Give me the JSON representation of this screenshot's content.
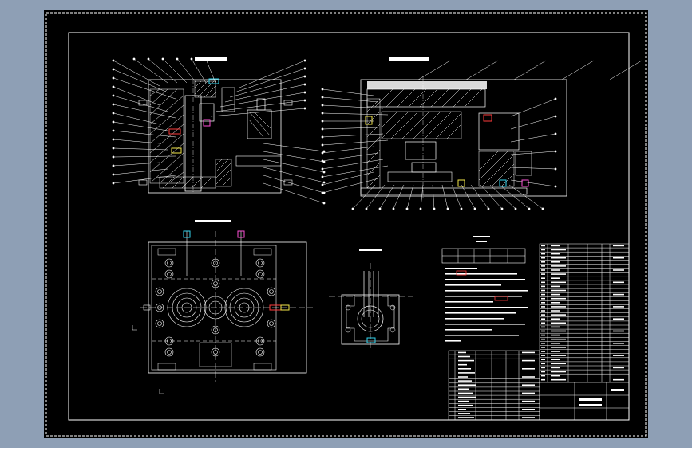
{
  "colors": {
    "background": "#8e9fb5",
    "sheet": "#000000",
    "linework": "#ffffff",
    "cyan": "#33d6f0",
    "red": "#ff3b3b",
    "magenta": "#ff4fd8",
    "yellow": "#f5e84a",
    "green": "#59e35c"
  },
  "drawing": {
    "sheet": "cad-drawing-sheet",
    "views": [
      {
        "id": "section-a",
        "icon": "mold-section-icon"
      },
      {
        "id": "section-b",
        "icon": "mold-section-icon"
      },
      {
        "id": "plan-view",
        "icon": "mold-plan-icon"
      },
      {
        "id": "insert-detail",
        "icon": "insert-detail-icon"
      }
    ],
    "tables": [
      {
        "id": "tech-requirements",
        "icon": "notes-table-icon"
      },
      {
        "id": "bill-of-materials",
        "icon": "bom-table-icon"
      },
      {
        "id": "title-block",
        "icon": "title-block-icon"
      }
    ]
  }
}
